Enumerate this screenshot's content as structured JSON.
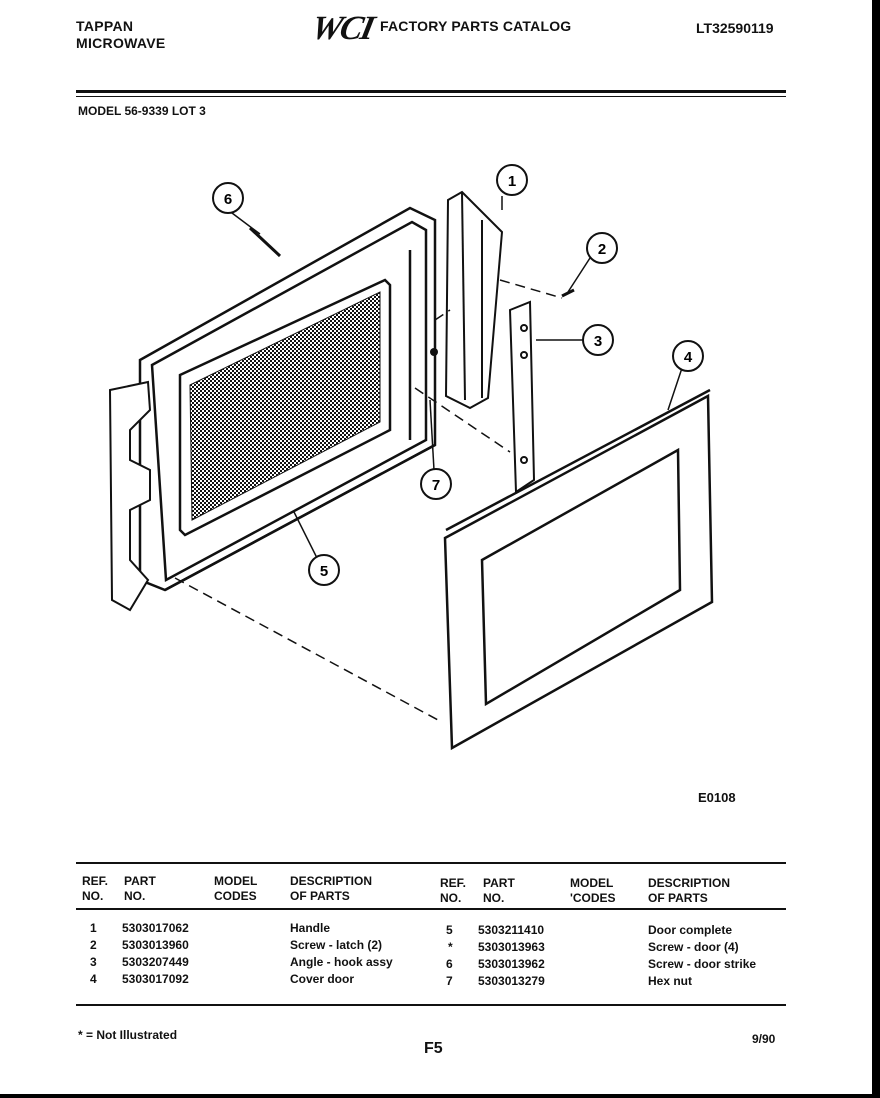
{
  "header": {
    "brand_line1": "TAPPAN",
    "brand_line2": "MICROWAVE",
    "logo_text": "WCI",
    "catalog_title": "FACTORY PARTS CATALOG",
    "catalog_code": "LT32590119"
  },
  "model_line": "MODEL 56-9339 LOT 3",
  "diagram": {
    "code": "E0108",
    "callouts": [
      "1",
      "2",
      "3",
      "4",
      "5",
      "6",
      "7"
    ]
  },
  "table": {
    "headers_left": {
      "ref": [
        "REF.",
        "NO."
      ],
      "part": [
        "PART",
        "NO."
      ],
      "model": [
        "MODEL",
        "CODES"
      ],
      "desc": [
        "DESCRIPTION",
        "OF PARTS"
      ]
    },
    "headers_right": {
      "ref": [
        "REF.",
        "NO."
      ],
      "part": [
        "PART",
        "NO."
      ],
      "model": [
        "MODEL",
        "'CODES"
      ],
      "desc": [
        "DESCRIPTION",
        "OF PARTS"
      ]
    },
    "rows_left": [
      {
        "ref": "1",
        "part": "5303017062",
        "code": "",
        "desc": "Handle"
      },
      {
        "ref": "2",
        "part": "5303013960",
        "code": "",
        "desc": "Screw - latch (2)"
      },
      {
        "ref": "3",
        "part": "5303207449",
        "code": "",
        "desc": "Angle - hook assy"
      },
      {
        "ref": "4",
        "part": "5303017092",
        "code": "",
        "desc": "Cover door"
      }
    ],
    "rows_right": [
      {
        "ref": "5",
        "part": "5303211410",
        "code": "",
        "desc": "Door complete"
      },
      {
        "ref": "*",
        "part": "5303013963",
        "code": "",
        "desc": "Screw - door (4)"
      },
      {
        "ref": "6",
        "part": "5303013962",
        "code": "",
        "desc": "Screw - door strike"
      },
      {
        "ref": "7",
        "part": "5303013279",
        "code": "",
        "desc": "Hex nut"
      }
    ]
  },
  "footer": {
    "note": "* = Not Illustrated",
    "page": "F5",
    "date": "9/90"
  }
}
